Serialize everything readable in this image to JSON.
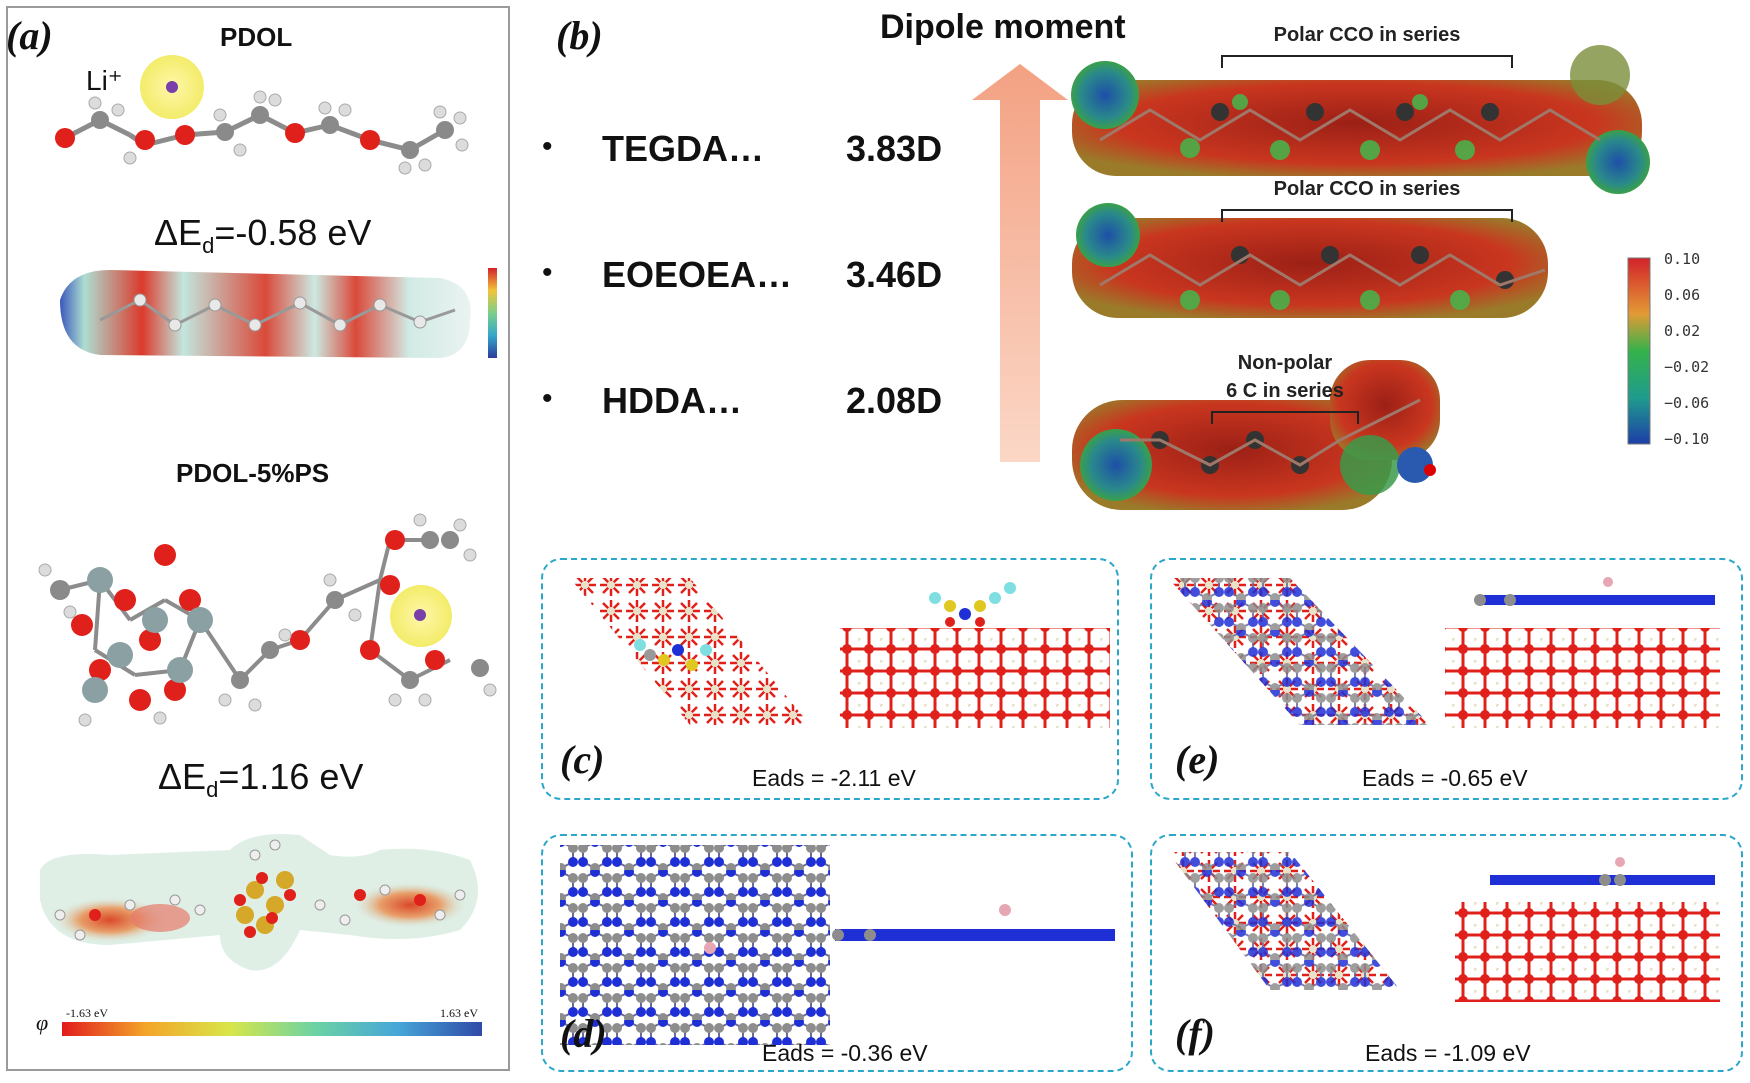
{
  "panels": {
    "a": {
      "letter": "(a)"
    },
    "b": {
      "letter": "(b)"
    },
    "c": {
      "letter": "(c)",
      "eads": "Eads = -2.11 eV"
    },
    "d": {
      "letter": "(d)",
      "eads": "Eads = -0.36 eV"
    },
    "e": {
      "letter": "(e)",
      "eads": "Eads = -0.65 eV"
    },
    "f": {
      "letter": "(f)",
      "eads": "Eads = -1.09 eV"
    }
  },
  "panel_a": {
    "pdol_title": "PDOL",
    "li_label": "Li⁺",
    "de1_prefix": "ΔE",
    "de1_sub": "d",
    "de1_value": "=-0.58 eV",
    "pdol_ps_title": "PDOL-5%PS",
    "de2_prefix": "ΔE",
    "de2_sub": "d",
    "de2_value": "=1.16 eV",
    "phi_symbol": "φ",
    "phi_min": "-1.63 eV",
    "phi_max": "1.63 eV"
  },
  "panel_b": {
    "arrow_title": "Dipole moment",
    "items": [
      {
        "bullet": "•",
        "name": "TEGDA…",
        "value": "3.83D"
      },
      {
        "bullet": "•",
        "name": "EOEOEA…",
        "value": "3.46D"
      },
      {
        "bullet": "•",
        "name": "HDDA…",
        "value": "2.08D"
      }
    ],
    "esp_labels": {
      "tegda": "Polar CCO in series",
      "eoeoea": "Polar CCO in series",
      "hdda_line1": "Non-polar",
      "hdda_line2": "6 C in series"
    },
    "colorbar_ticks": [
      "0.10",
      "0.06",
      "0.02",
      "−0.02",
      "−0.06",
      "−0.10"
    ]
  },
  "colors": {
    "oxygen": "#e0201a",
    "carbon": "#7f7f7f",
    "hydrogen": "#e8e8e8",
    "nitrogen": "#1f2fd6",
    "box_border": "#2aa7c9",
    "arrow": "#f4a98a"
  }
}
